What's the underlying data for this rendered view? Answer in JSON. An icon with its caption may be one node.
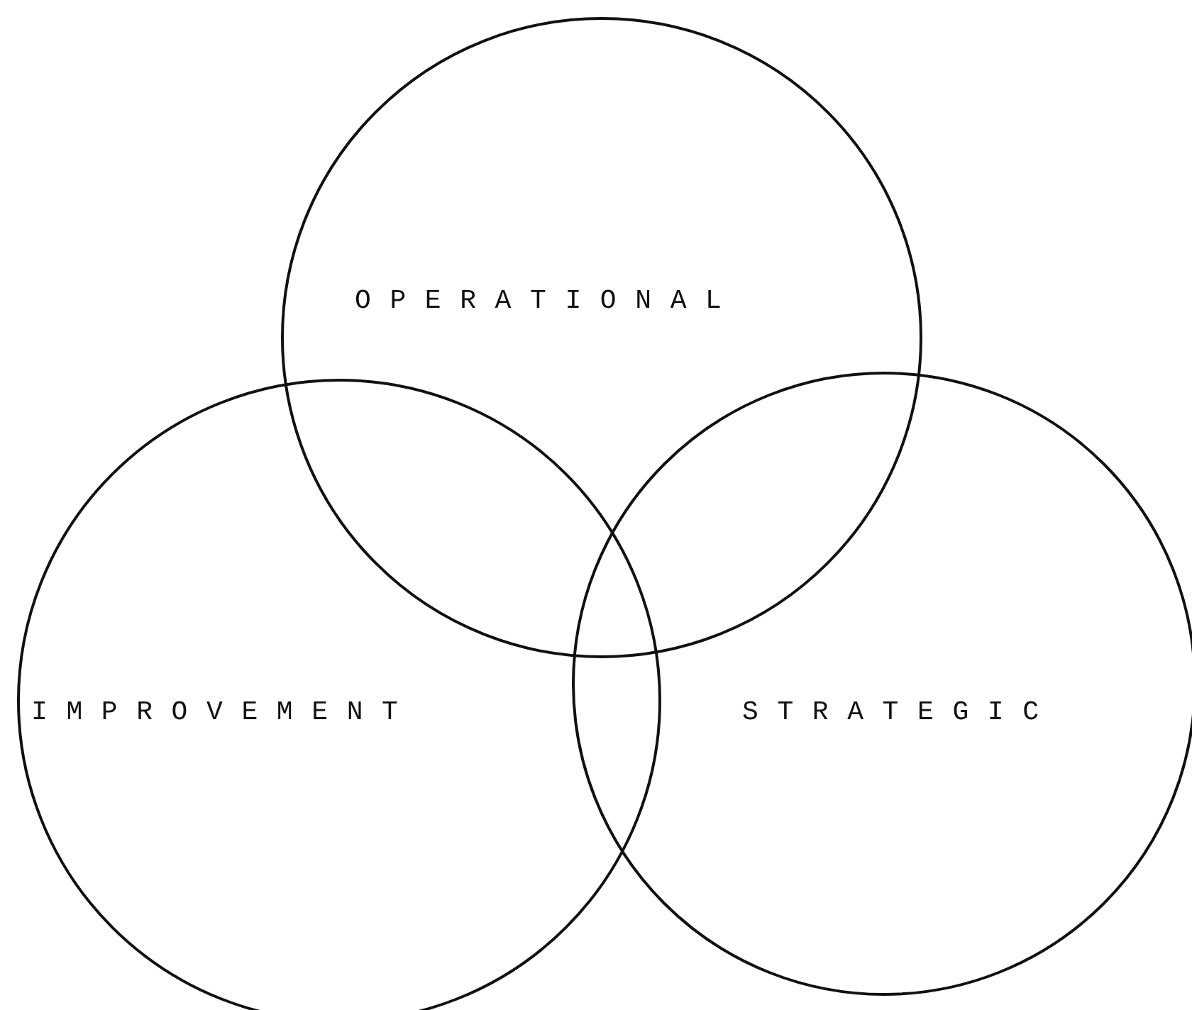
{
  "diagram": {
    "nodes": [
      {
        "text": [
          "OPERATIONAL"
        ]
      },
      {
        "text": [
          "IMPROVEMENT"
        ]
      },
      {
        "text": [
          "STRATEGIC"
        ]
      }
    ]
  }
}
